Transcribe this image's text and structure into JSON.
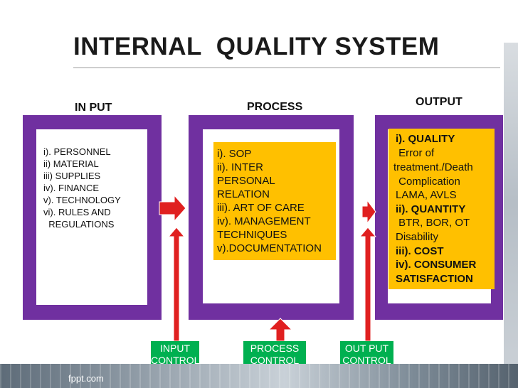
{
  "title": "INTERNAL  QUALITY SYSTEM",
  "headers": {
    "input": "IN PUT",
    "process": "PROCESS",
    "output": "OUTPUT"
  },
  "input_items": [
    "i). PERSONNEL",
    "ii) MATERIAL",
    "iii) SUPPLIES",
    "iv). FINANCE",
    "v). TECHNOLOGY",
    "vi). RULES AND",
    "  REGULATIONS"
  ],
  "process_items": [
    "i). SOP",
    "ii). INTER",
    "PERSONAL",
    "RELATION",
    "iii). ART OF CARE",
    "iv). MANAGEMENT",
    "TECHNIQUES",
    "v).DOCUMENTATION"
  ],
  "output_items": [
    "i). QUALITY",
    " Error of",
    "treatment./Death",
    " Complication",
    "LAMA, AVLS",
    "ii). QUANTITY",
    " BTR, BOR, OT",
    "Disability",
    "iii). COST",
    "iv). CONSUMER",
    "SATISFACTION"
  ],
  "controls": {
    "input": {
      "line1": "INPUT",
      "line2": "CONTROL"
    },
    "process": {
      "line1": "PROCESS",
      "line2": "CONTROL"
    },
    "output": {
      "line1": "OUT PUT",
      "line2": "CONTROL"
    }
  },
  "footer": "fppt.com",
  "colors": {
    "frame": "#7030a0",
    "highlight": "#ffc000",
    "arrow": "#e02020",
    "control": "#00b050"
  }
}
